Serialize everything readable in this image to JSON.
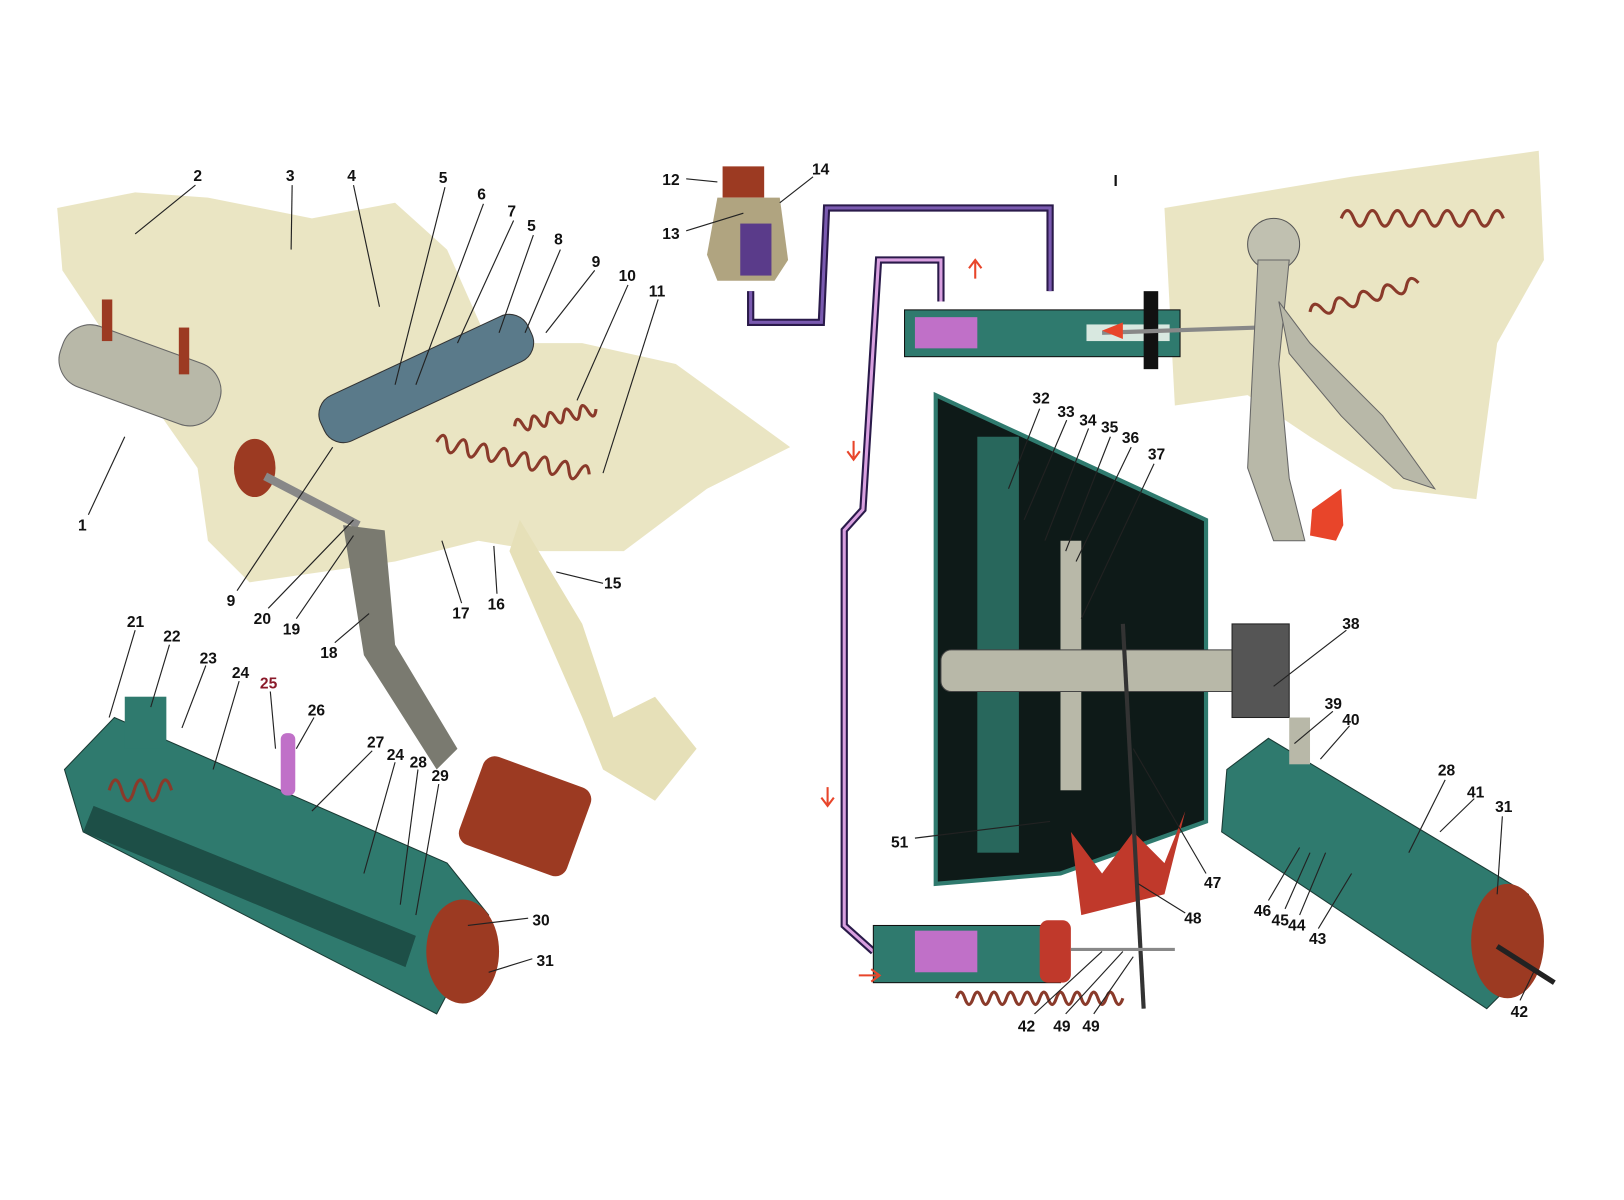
{
  "view_marker": "I",
  "labels": {
    "l1": "1",
    "l2": "2",
    "l3": "3",
    "l4": "4",
    "l5a": "5",
    "l6": "6",
    "l7": "7",
    "l5b": "5",
    "l8": "8",
    "l9a": "9",
    "l10": "10",
    "l11": "11",
    "l9b": "9",
    "l20": "20",
    "l19": "19",
    "l18": "18",
    "l17": "17",
    "l16": "16",
    "l15": "15",
    "l12": "12",
    "l13": "13",
    "l14": "14",
    "l32": "32",
    "l33": "33",
    "l34": "34",
    "l35": "35",
    "l36": "36",
    "l37": "37",
    "l38": "38",
    "l51": "51",
    "l47": "47",
    "l48": "48",
    "l42a": "42",
    "l49a": "49",
    "l49b": "49",
    "l39": "39",
    "l40": "40",
    "l28b": "28",
    "l41": "41",
    "l31b": "31",
    "l46": "46",
    "l45": "45",
    "l44": "44",
    "l43": "43",
    "l42b": "42",
    "l21": "21",
    "l22": "22",
    "l23": "23",
    "l24a": "24",
    "l25": "25",
    "l26": "26",
    "l27": "27",
    "l24b": "24",
    "l28a": "28",
    "l29": "29",
    "l30": "30",
    "l31a": "31"
  },
  "colors": {
    "body_bg": "#e6e0b8",
    "cylinder": "#2f7a6e",
    "pipe": "#5a3b8a",
    "fluid": "#c070c8",
    "metal": "#b8b8a8",
    "rubber": "#9c3a22",
    "arrow": "#e8452a"
  }
}
